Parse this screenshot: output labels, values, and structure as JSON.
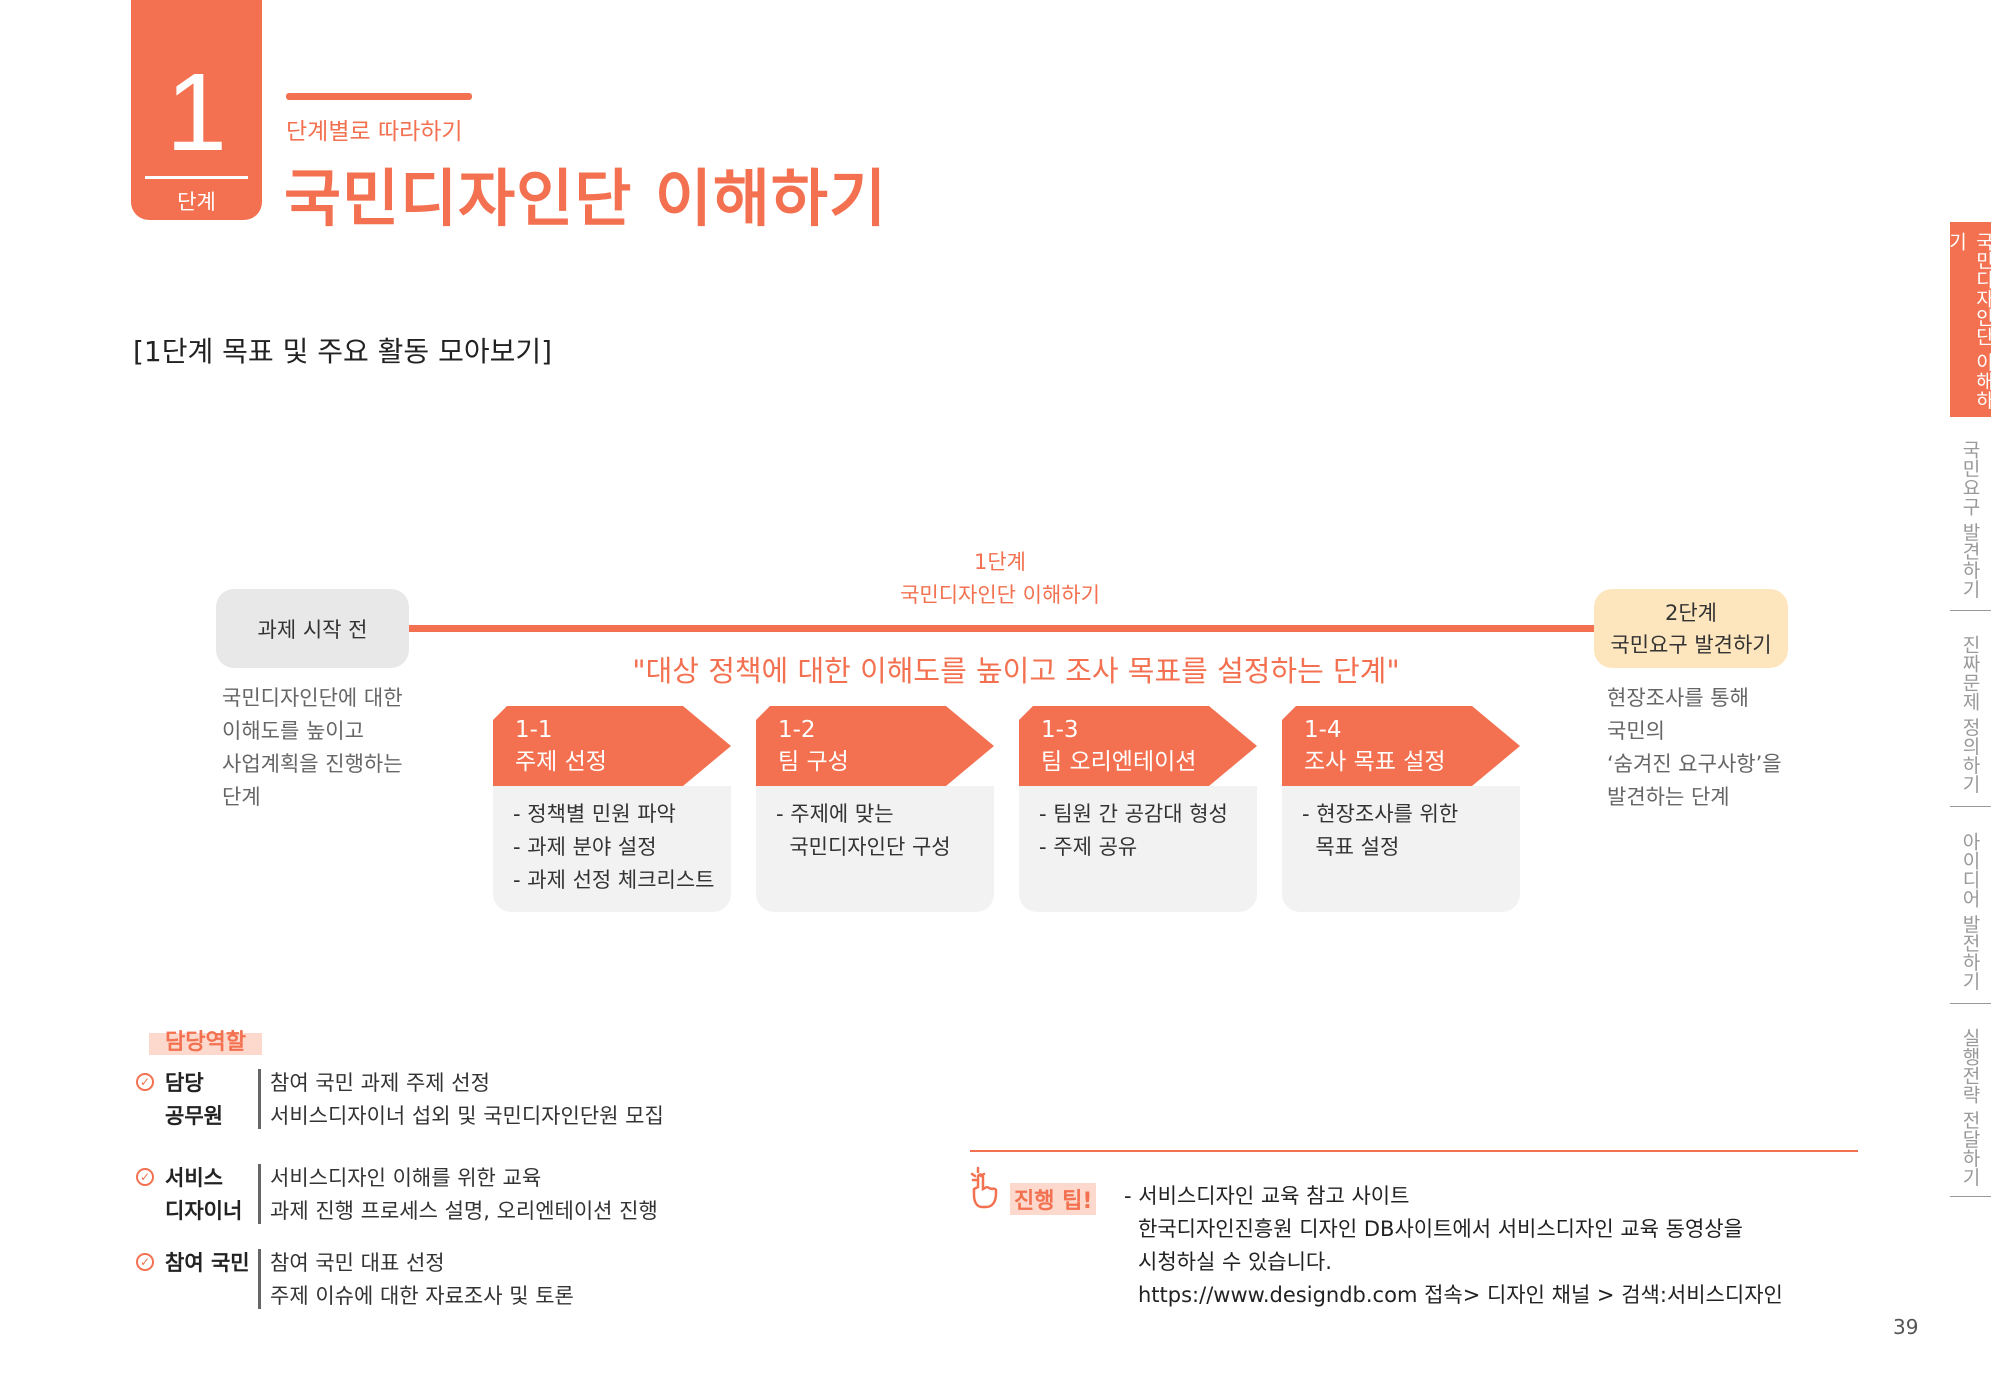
{
  "header": {
    "step_number": "1",
    "step_label": "단계",
    "subtitle": "단계별로 따라하기",
    "title": "국민디자인단 이해하기"
  },
  "section_title": "[1단계 목표 및 주요 활동 모아보기]",
  "side_tabs": [
    {
      "label": "국민디자인단 이해하기",
      "active": true
    },
    {
      "label": "국민요구 발견하기"
    },
    {
      "label": "진짜문제 정의하기"
    },
    {
      "label": "아이디어 발전하기"
    },
    {
      "label": "실행전략 전달하기"
    }
  ],
  "diagram": {
    "start_box": "과제 시작 전",
    "start_desc": [
      "국민디자인단에 대한",
      "이해도를 높이고",
      "사업계획을 진행하는",
      "단계"
    ],
    "stage_label": [
      "1단계",
      "국민디자인단 이해하기"
    ],
    "quote": "\"대상 정책에 대한 이해도를 높이고 조사 목표를 설정하는 단계\"",
    "next_box": [
      "2단계",
      "국민요구 발견하기"
    ],
    "next_desc": [
      "현장조사를 통해",
      "국민의",
      "‘숨겨진 요구사항’을",
      "발견하는 단계"
    ],
    "cards": [
      {
        "num": "1-1",
        "title": "주제 선정",
        "items": [
          "- 정책별 민원 파악",
          "- 과제 분야 설정",
          "- 과제 선정 체크리스트"
        ]
      },
      {
        "num": "1-2",
        "title": "팀 구성",
        "items": [
          "- 주제에 맞는",
          "  국민디자인단 구성"
        ]
      },
      {
        "num": "1-3",
        "title": "팀 오리엔테이션",
        "items": [
          "- 팀원 간 공감대 형성",
          "- 주제 공유"
        ]
      },
      {
        "num": "1-4",
        "title": "조사 목표 설정",
        "items": [
          "- 현장조사를 위한",
          "  목표 설정"
        ]
      }
    ]
  },
  "roles": {
    "label": "담당역할",
    "items": [
      {
        "name": [
          "담당",
          "공무원"
        ],
        "text": [
          "참여 국민 과제 주제 선정",
          "서비스디자이너 섭외 및 국민디자인단원 모집"
        ]
      },
      {
        "name": [
          "서비스",
          "디자이너"
        ],
        "text": [
          "서비스디자인 이해를 위한 교육",
          "과제 진행 프로세스 설명, 오리엔테이션 진행"
        ]
      },
      {
        "name": [
          "참여 국민"
        ],
        "text": [
          "참여 국민 대표 선정",
          "주제 이슈에 대한 자료조사 및 토론"
        ]
      }
    ]
  },
  "tip": {
    "label": "진행 팁!",
    "lines": [
      "- 서비스디자인 교육 참고 사이트",
      "한국디자인진흥원 디자인 DB사이트에서 서비스디자인 교육 동영상을",
      "시청하실 수 있습니다.",
      "https://www.designdb.com 접속> 디자인 채널 > 검색:서비스디자인"
    ]
  },
  "page_number": "39",
  "colors": {
    "accent": "#f37150",
    "next_box": "#fde6bd",
    "start_box": "#e8e8e8"
  }
}
